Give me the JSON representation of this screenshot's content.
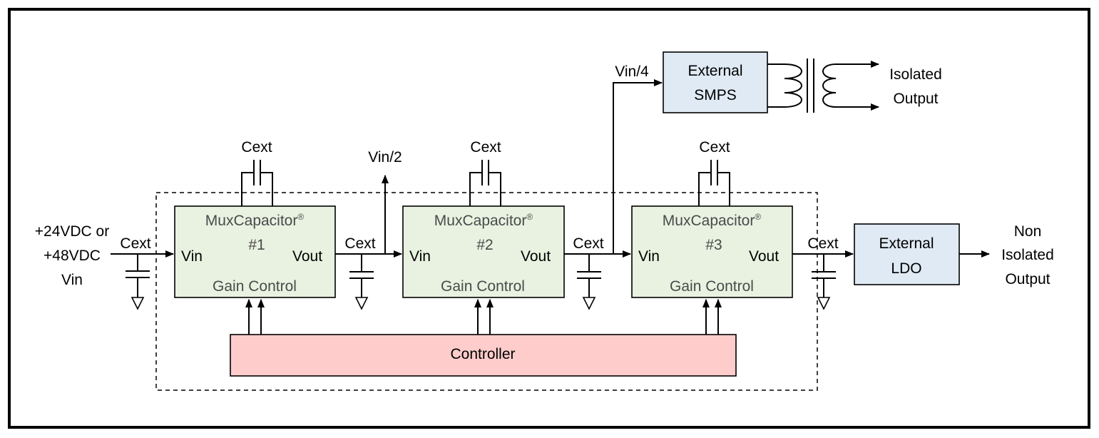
{
  "input": {
    "line1": "+24VDC or",
    "line2": "+48VDC",
    "line3": "Vin"
  },
  "cext": "Cext",
  "taps": {
    "half": "Vin/2",
    "quarter": "Vin/4"
  },
  "mux_blocks": [
    {
      "name": "MuxCapacitor",
      "mark": "®",
      "index": "#1",
      "vin": "Vin",
      "vout": "Vout",
      "gain": "Gain Control"
    },
    {
      "name": "MuxCapacitor",
      "mark": "®",
      "index": "#2",
      "vin": "Vin",
      "vout": "Vout",
      "gain": "Gain Control"
    },
    {
      "name": "MuxCapacitor",
      "mark": "®",
      "index": "#3",
      "vin": "Vin",
      "vout": "Vout",
      "gain": "Gain Control"
    }
  ],
  "controller": "Controller",
  "smps": {
    "line1": "External",
    "line2": "SMPS"
  },
  "isolated": {
    "line1": "Isolated",
    "line2": "Output"
  },
  "ldo": {
    "line1": "External",
    "line2": "LDO"
  },
  "non_isolated": {
    "line1": "Non",
    "line2": "Isolated",
    "line3": "Output"
  },
  "colors": {
    "mux_fill": "#e9f2e1",
    "external_fill": "#dfeaf5",
    "controller_fill": "#ffcccc"
  }
}
